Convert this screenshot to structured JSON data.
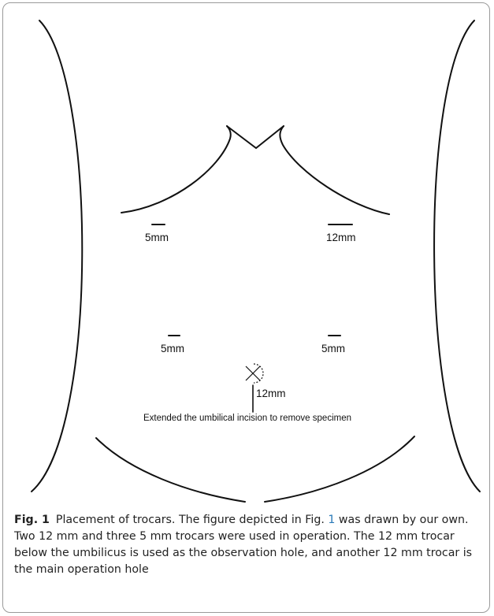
{
  "figure": {
    "trocars": [
      {
        "id": "upper-left",
        "size_label": "5mm"
      },
      {
        "id": "upper-right",
        "size_label": "12mm"
      },
      {
        "id": "middle-left",
        "size_label": "5mm"
      },
      {
        "id": "middle-right",
        "size_label": "5mm"
      },
      {
        "id": "umbilical",
        "size_label": "12mm"
      }
    ],
    "umbilical_note": "Extended the umbilical incision to remove specimen"
  },
  "caption": {
    "fig_label": "Fig. 1",
    "text_before_ref": "Placement of trocars. The figure depicted in Fig.",
    "ref_number": "1",
    "text_after_ref": "was drawn by our own. Two 12 mm and three 5 mm trocars were used in operation. The 12 mm trocar below the umbilicus is used as the observation hole, and another 12 mm trocar is the main operation hole",
    "ref_color": "#2a7ab8"
  }
}
